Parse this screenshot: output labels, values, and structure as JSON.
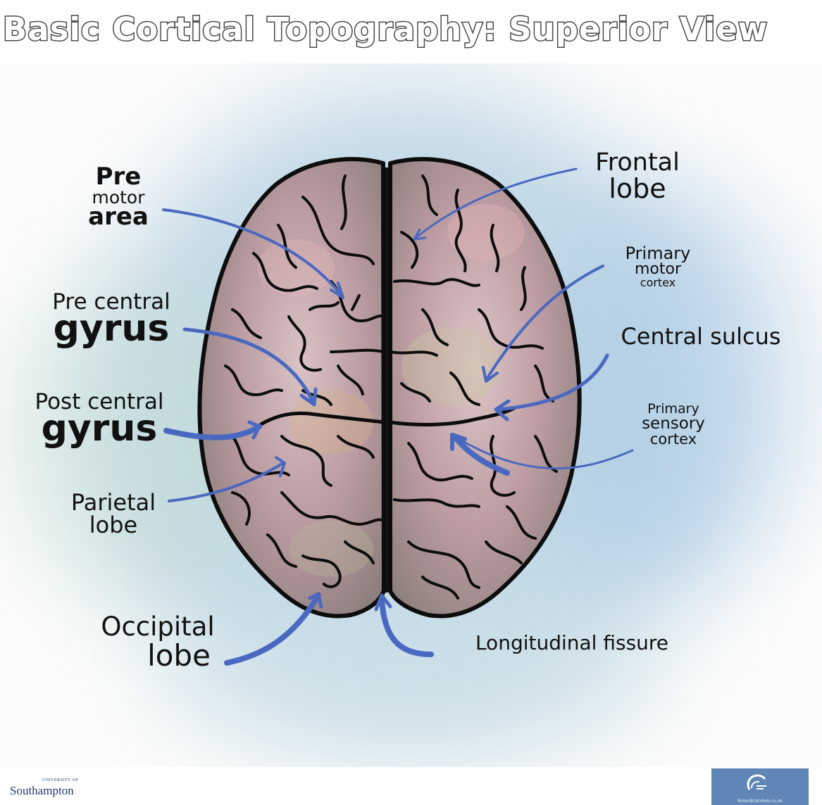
{
  "title": "Basic Cortical Topography: Superior View",
  "labels": {
    "pre_motor_area": [
      "Pre",
      "motor",
      "area"
    ],
    "frontal_lobe": [
      "Frontal",
      "lobe"
    ],
    "primary_motor_cortex": [
      "Primary",
      "motor",
      "cortex"
    ],
    "pre_central_gyrus": [
      "Pre central",
      "gyrus"
    ],
    "central_sulcus": "Central sulcus",
    "primary_sensory_cortex": [
      "Primary",
      "sensory",
      "cortex"
    ],
    "post_central_gyrus": [
      "Post central",
      "gyrus"
    ],
    "parietal_lobe": [
      "Parietal",
      "lobe"
    ],
    "occipital_lobe": [
      "Occipital",
      "lobe"
    ],
    "longitudinal_fissure": "Longitudinal fissure"
  },
  "logos": {
    "southampton_small": "UNIVERSITY OF",
    "southampton_big": "Southampton",
    "box_site": "BotonBrainHub.co.uk"
  },
  "colors": {
    "arrow": "#4a68c0",
    "brain_fill": "#c4a3a8",
    "brain_outline": "#0d0d0d",
    "background_haze": "#b9d3e3",
    "logo_box": "#5f86b7"
  }
}
